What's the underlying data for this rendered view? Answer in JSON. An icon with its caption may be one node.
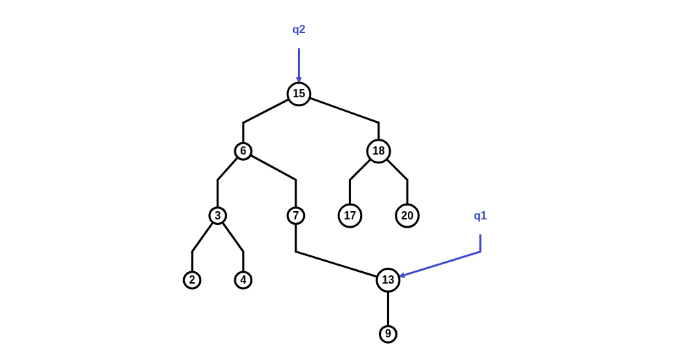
{
  "diagram": {
    "nodes": [
      {
        "text": [
          "15"
        ]
      },
      {
        "text": [
          "6"
        ]
      },
      {
        "text": [
          "18"
        ]
      },
      {
        "text": [
          "3"
        ]
      },
      {
        "text": [
          "7"
        ]
      },
      {
        "text": [
          "q2"
        ]
      },
      {
        "text": [
          "17"
        ]
      },
      {
        "text": [
          "20"
        ]
      },
      {
        "text": [
          "2"
        ]
      },
      {
        "text": [
          "4"
        ]
      },
      {
        "text": [
          "13"
        ]
      },
      {
        "text": [
          "9"
        ]
      },
      {
        "text": [
          "q1"
        ]
      }
    ],
    "edges": [
      {
        "from": 0,
        "to": 1,
        "arrow": "none"
      },
      {
        "from": 0,
        "to": 2,
        "arrow": "none"
      },
      {
        "from": 1,
        "to": 3,
        "arrow": "none"
      },
      {
        "from": 1,
        "to": 4,
        "arrow": "none"
      },
      {
        "from": 2,
        "to": 6,
        "arrow": "none"
      },
      {
        "from": 2,
        "to": 7,
        "arrow": "none"
      },
      {
        "from": 3,
        "to": 8,
        "arrow": "none"
      },
      {
        "from": 3,
        "to": 9,
        "arrow": "none"
      },
      {
        "from": 4,
        "to": 10,
        "arrow": "none"
      },
      {
        "from": 10,
        "to": 11,
        "arrow": "none"
      },
      {
        "from": 5,
        "to": 0,
        "arrow": "to",
        "color": "#3f48cc"
      },
      {
        "from": 12,
        "to": 10,
        "arrow": "to",
        "color": "#3f48cc"
      }
    ]
  }
}
